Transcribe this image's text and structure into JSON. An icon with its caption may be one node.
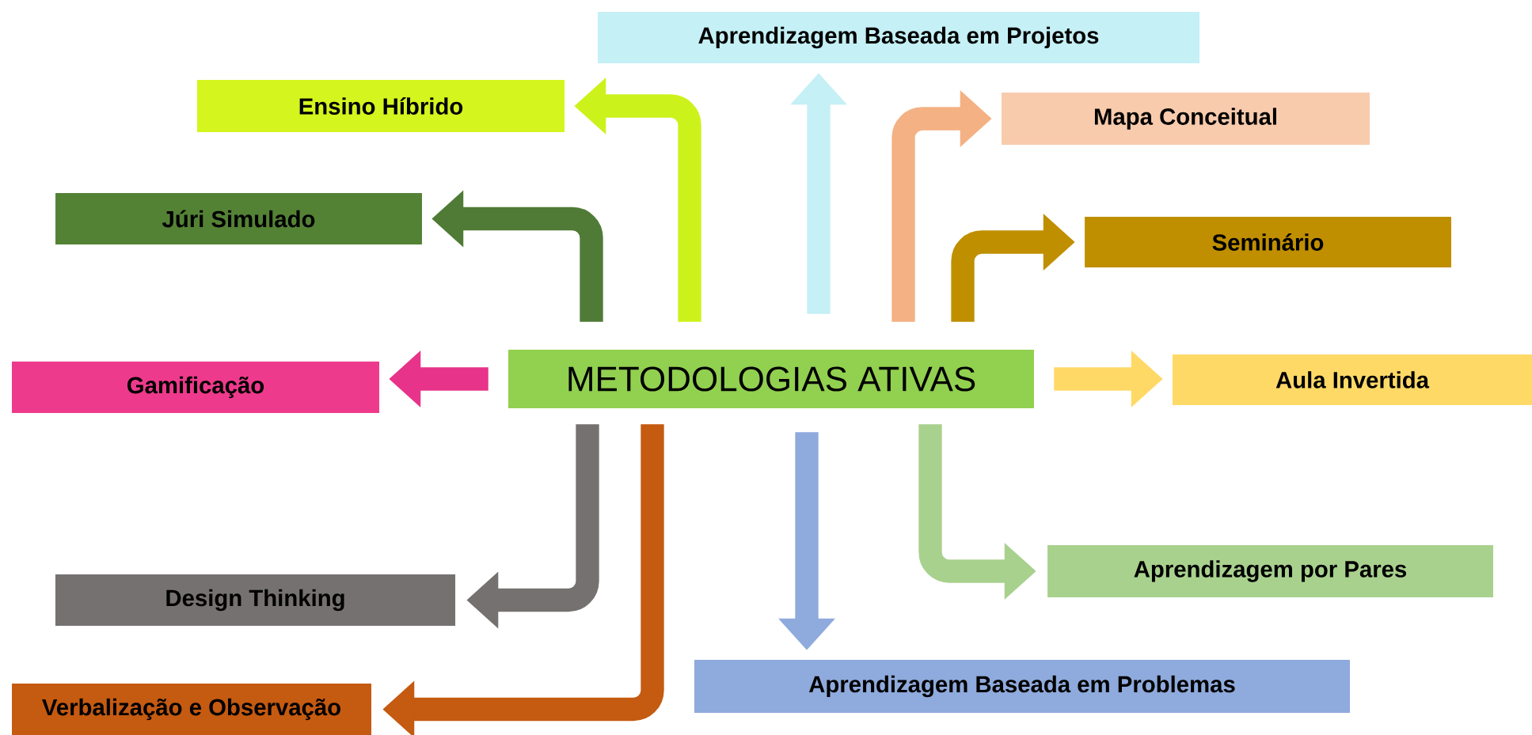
{
  "diagram": {
    "nodes": [
      {
        "text": [
          "METODOLOGIAS ATIVAS"
        ]
      },
      {
        "text": [
          "Aprendizagem Baseada em Projetos"
        ]
      },
      {
        "text": [
          "Ensino Híbrido"
        ]
      },
      {
        "text": [
          "Mapa Conceitual"
        ]
      },
      {
        "text": [
          "Júri Simulado"
        ]
      },
      {
        "text": [
          "Seminário"
        ]
      },
      {
        "text": [
          "Gamificação"
        ]
      },
      {
        "text": [
          "Aula Invertida"
        ]
      },
      {
        "text": [
          "Aprendizagem por Pares"
        ]
      },
      {
        "text": [
          "Design Thinking"
        ]
      },
      {
        "text": [
          "Verbalização e Observação"
        ]
      },
      {
        "text": [
          "Aprendizagem Baseada em Problemas"
        ]
      }
    ],
    "edges": [
      {
        "from": 0,
        "to": 1,
        "arrow": "to",
        "color": "#c5f0f5"
      },
      {
        "from": 0,
        "to": 2,
        "arrow": "to",
        "color": "#ccf21c"
      },
      {
        "from": 0,
        "to": 3,
        "arrow": "to",
        "color": "#f4b183"
      },
      {
        "from": 0,
        "to": 4,
        "arrow": "to",
        "color": "#4f7b36"
      },
      {
        "from": 0,
        "to": 5,
        "arrow": "to",
        "color": "#bf8f00"
      },
      {
        "from": 0,
        "to": 6,
        "arrow": "to",
        "color": "#e7338a"
      },
      {
        "from": 0,
        "to": 7,
        "arrow": "to",
        "color": "#ffd966"
      },
      {
        "from": 0,
        "to": 8,
        "arrow": "to",
        "color": "#a9d18e"
      },
      {
        "from": 0,
        "to": 9,
        "arrow": "to",
        "color": "#767171"
      },
      {
        "from": 0,
        "to": 10,
        "arrow": "to",
        "color": "#c55a11"
      },
      {
        "from": 0,
        "to": 11,
        "arrow": "to",
        "color": "#8faadc"
      }
    ]
  }
}
